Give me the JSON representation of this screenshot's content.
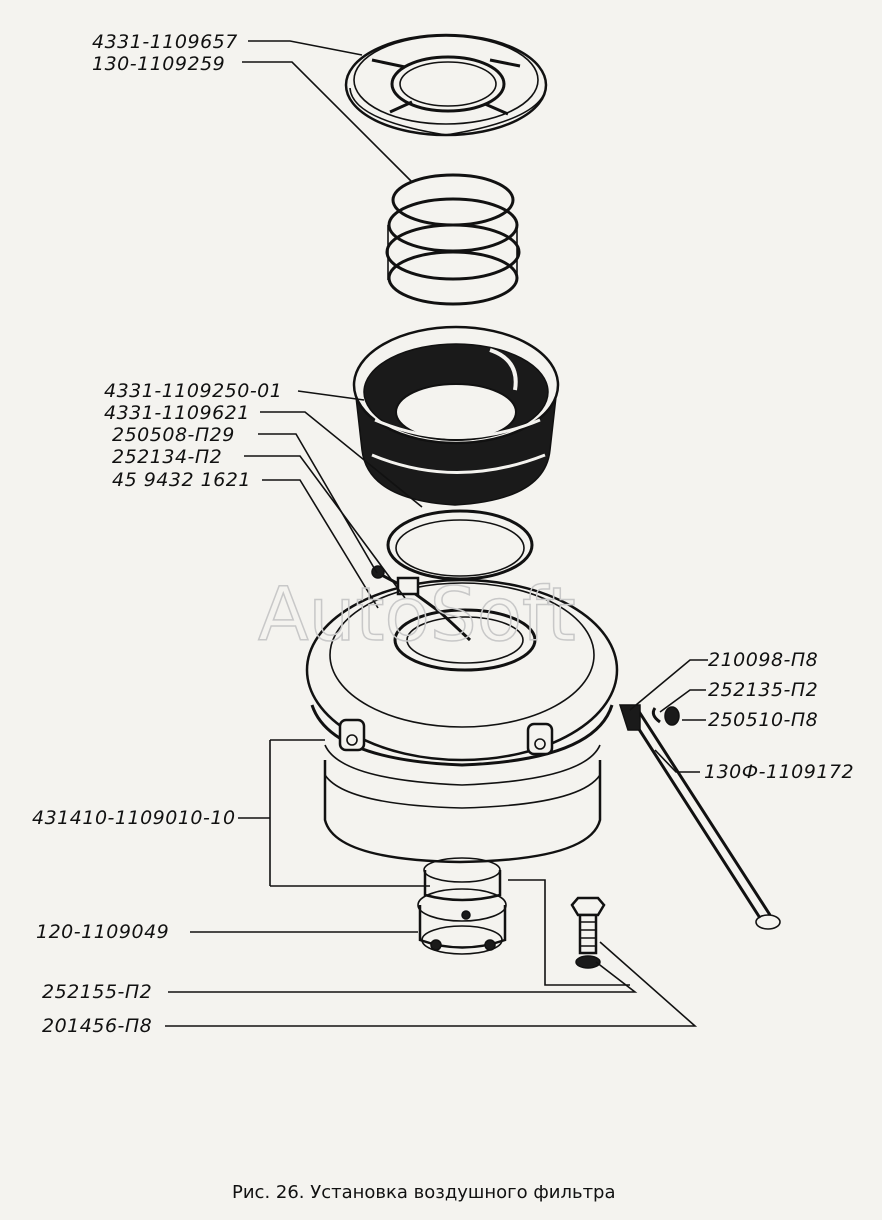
{
  "figure": {
    "caption": "Рис. 26. Установка воздушного фильтра",
    "watermark": "AutoSoft"
  },
  "labels": [
    "4331-1109657",
    "130-1109259",
    "4331-1109250-01",
    "4331-1109621",
    "250508-П29",
    "252134-П2",
    "45 9432 1621",
    "210098-П8",
    "252135-П2",
    "250510-П8",
    "130Ф-1109172",
    "431410-1109010-10",
    "120-1109049",
    "252155-П2",
    "201456-П8"
  ]
}
